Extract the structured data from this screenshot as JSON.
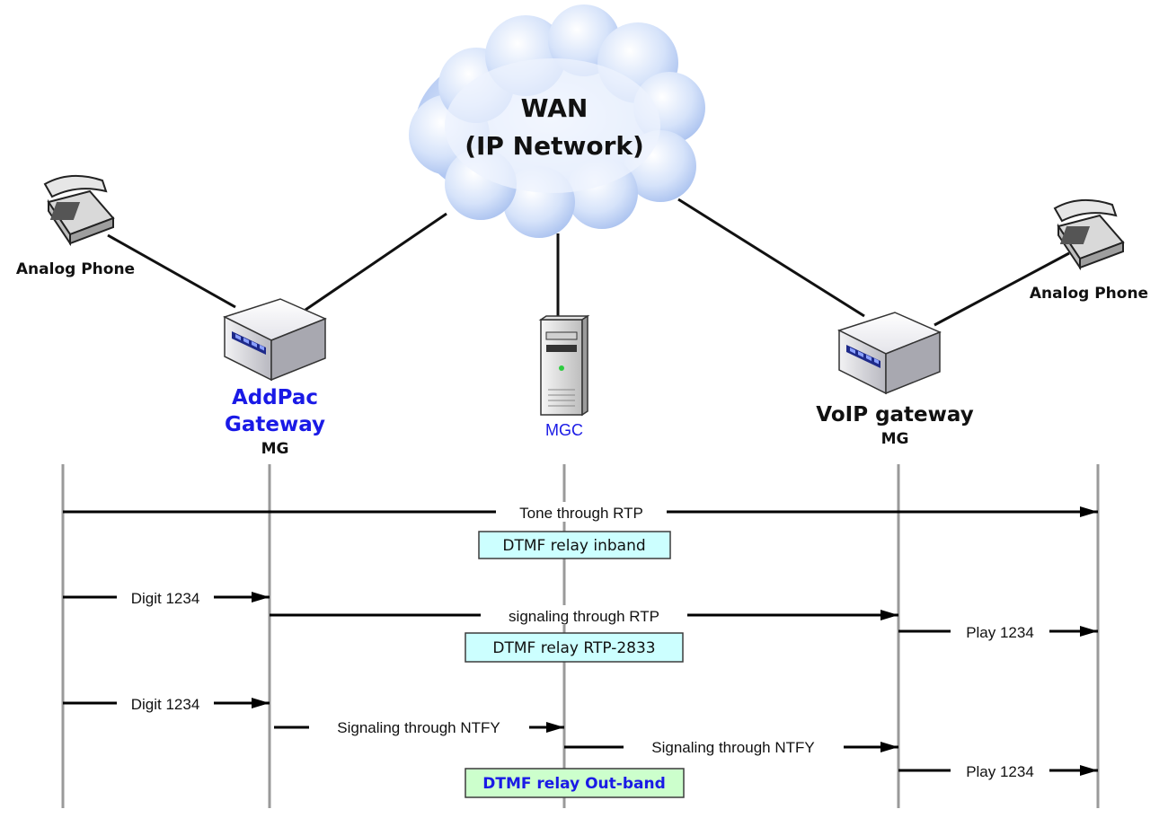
{
  "colors": {
    "lifeline": "#9a9a9a",
    "arrow": "#000000",
    "blue_label": "#1a1ae6",
    "box_cyan": "#ccffff",
    "box_green": "#ccffcc",
    "box_border": "#3c3c3c"
  },
  "cloud": {
    "line1": "WAN",
    "line2": "(IP Network)"
  },
  "devices": {
    "left_phone": {
      "label": "Analog Phone",
      "icon": "telephone-icon"
    },
    "right_phone": {
      "label": "Analog Phone",
      "icon": "telephone-icon"
    },
    "addpac_gateway": {
      "line1": "AddPac",
      "line2": "Gateway",
      "role": "MG",
      "icon": "gateway-icon"
    },
    "mgc": {
      "label": "MGC",
      "icon": "server-icon"
    },
    "voip_gateway": {
      "line1": "VoIP gateway",
      "role": "MG",
      "icon": "gateway-icon"
    }
  },
  "messages": {
    "tone_rtp": "Tone through RTP",
    "digit_1": "Digit 1234",
    "signaling_rtp": "signaling through RTP",
    "play_1": "Play 1234",
    "digit_2": "Digit 1234",
    "signaling_ntfy_1": "Signaling through NTFY",
    "signaling_ntfy_2": "Signaling through NTFY",
    "play_2": "Play 1234"
  },
  "boxes": {
    "inband": "DTMF relay inband",
    "rtp2833": "DTMF relay RTP-2833",
    "outband": "DTMF relay Out-band"
  }
}
